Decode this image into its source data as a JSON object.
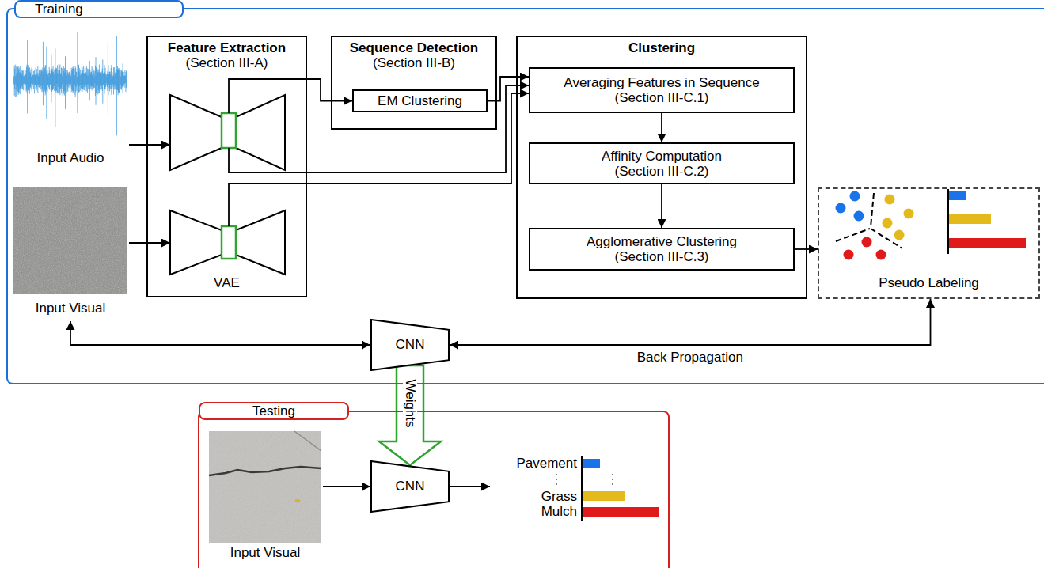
{
  "diagram": {
    "nodes": [
      {
        "text": [
          "Training"
        ]
      },
      {
        "text": [
          "Input Audio"
        ],
        "in": 0
      },
      {
        "text": [
          "Input Visual"
        ],
        "in": 0
      },
      {
        "text": [
          "Feature Extraction",
          "(Section III-A)",
          "VAE"
        ],
        "in": 0
      },
      {
        "text": [
          "Sequence Detection",
          "(Section III-B)"
        ],
        "in": 0
      },
      {
        "text": [
          "EM Clustering"
        ],
        "in": 4
      },
      {
        "text": [
          "Clustering"
        ],
        "in": 0
      },
      {
        "text": [
          "Averaging Features in Sequence",
          "(Section III-C.1)"
        ],
        "in": 6
      },
      {
        "text": [
          "Affinity Computation",
          "(Section III-C.2)"
        ],
        "in": 6
      },
      {
        "text": [
          "Agglomerative Clustering",
          "(Section III-C.3)"
        ],
        "in": 6
      },
      {
        "text": [
          "Pseudo Labeling"
        ],
        "in": 0
      },
      {
        "text": [
          "CNN"
        ],
        "in": 0
      },
      {
        "text": [
          "Testing"
        ]
      },
      {
        "text": [
          "Input Visual"
        ],
        "in": 12
      },
      {
        "text": [
          "CNN"
        ],
        "in": 12
      }
    ],
    "edges": [
      {
        "from": 1,
        "to": 3,
        "arrow": "to"
      },
      {
        "from": 2,
        "to": 3,
        "arrow": "to"
      },
      {
        "from": 3,
        "to": 5,
        "arrow": "to"
      },
      {
        "from": 5,
        "to": 7,
        "arrow": "to"
      },
      {
        "from": 3,
        "to": 7,
        "arrow": "to"
      },
      {
        "from": 3,
        "to": 7,
        "arrow": "to"
      },
      {
        "from": 7,
        "to": 8,
        "arrow": "to"
      },
      {
        "from": 8,
        "to": 9,
        "arrow": "to"
      },
      {
        "from": 9,
        "to": 10,
        "arrow": "to"
      },
      {
        "from": 11,
        "to": 10,
        "label": "Back Propagation",
        "arrow": "both"
      },
      {
        "from": 11,
        "to": 2,
        "arrow": "both"
      },
      {
        "from": 11,
        "to": 14,
        "label": "Weights",
        "arrow": "to"
      },
      {
        "from": 13,
        "to": 14,
        "arrow": "to"
      }
    ],
    "labels": [
      "Pavement",
      "Grass",
      "Mulch"
    ]
  }
}
